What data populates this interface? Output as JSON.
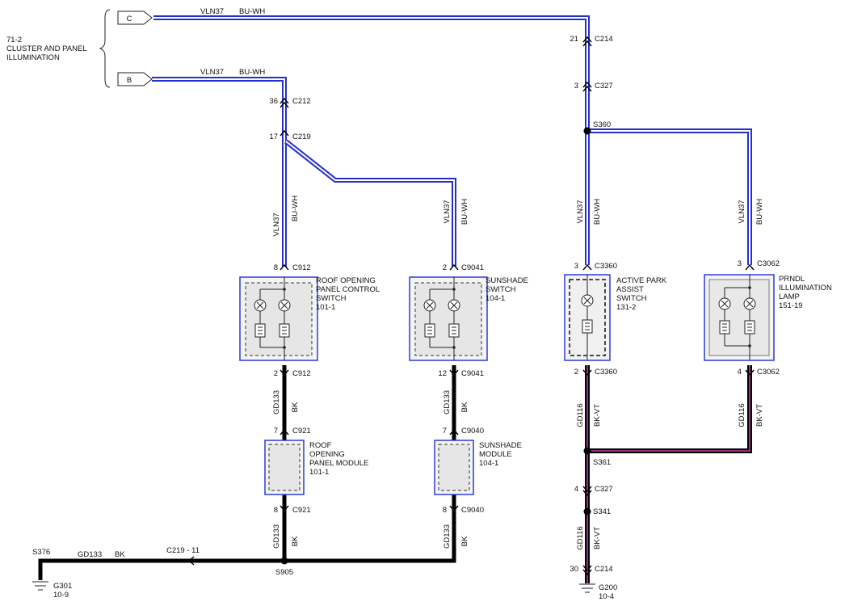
{
  "colors": {
    "wire_bu_wh_outer": "#2530c8",
    "wire_bu_wh_inner": "#ffffff",
    "wire_bk": "#000000",
    "wire_bk_vt_outer": "#000000",
    "wire_bk_vt_inner": "#9a2d86",
    "component_border": "#2b3bd6"
  },
  "sheet_ref": {
    "code": "71-2",
    "line1": "CLUSTER AND PANEL",
    "line2": "ILLUMINATION"
  },
  "connectors": {
    "c": "C",
    "b": "B"
  },
  "wires": {
    "vln37": "VLN37",
    "bu_wh": "BU-WH",
    "gd133": "GD133",
    "bk": "BK",
    "gd116": "GD116",
    "bk_vt": "BK-VT"
  },
  "pins": {
    "c214_top": {
      "pin": "21",
      "conn": "C214"
    },
    "c327_top": {
      "pin": "3",
      "conn": "C327"
    },
    "c212": {
      "pin": "36",
      "conn": "C212"
    },
    "c219": {
      "pin": "17",
      "conn": "C219"
    },
    "c912_top": {
      "pin": "8",
      "conn": "C912"
    },
    "c9041_top": {
      "pin": "2",
      "conn": "C9041"
    },
    "c3360_top": {
      "pin": "3",
      "conn": "C3360"
    },
    "c3062_top": {
      "pin": "3",
      "conn": "C3062"
    },
    "c912_bot": {
      "pin": "2",
      "conn": "C912"
    },
    "c9041_bot": {
      "pin": "12",
      "conn": "C9041"
    },
    "c3360_bot": {
      "pin": "2",
      "conn": "C3360"
    },
    "c3062_bot": {
      "pin": "4",
      "conn": "C3062"
    },
    "c921_top": {
      "pin": "7",
      "conn": "C921"
    },
    "c9040_top": {
      "pin": "7",
      "conn": "C9040"
    },
    "c921_bot": {
      "pin": "8",
      "conn": "C921"
    },
    "c9040_bot": {
      "pin": "8",
      "conn": "C9040"
    },
    "c327_bot": {
      "pin": "4",
      "conn": "C327"
    },
    "c214_bot": {
      "pin": "30",
      "conn": "C214"
    }
  },
  "splices": {
    "s360": "S360",
    "s361": "S361",
    "s341": "S341",
    "s905": "S905",
    "s376": "S376"
  },
  "inline_ref": "C219 - 11",
  "components": {
    "roof_switch": {
      "lines": [
        "ROOF OPENING",
        "PANEL CONTROL",
        "SWITCH",
        "101-1"
      ]
    },
    "sunshade_switch": {
      "lines": [
        "SUNSHADE",
        "SWITCH",
        "104-1"
      ]
    },
    "park_assist": {
      "lines": [
        "ACTIVE PARK",
        "ASSIST",
        "SWITCH",
        "131-2"
      ]
    },
    "prndl": {
      "lines": [
        "PRNDL",
        "ILLUMINATION",
        "LAMP",
        "151-19"
      ]
    },
    "roof_module": {
      "lines": [
        "ROOF",
        "OPENING",
        "PANEL MODULE",
        "101-1"
      ]
    },
    "sunshade_module": {
      "lines": [
        "SUNSHADE",
        "MODULE",
        "104-1"
      ]
    }
  },
  "grounds": {
    "g301": {
      "name": "G301",
      "ref": "10-9"
    },
    "g200": {
      "name": "G200",
      "ref": "10-4"
    }
  }
}
